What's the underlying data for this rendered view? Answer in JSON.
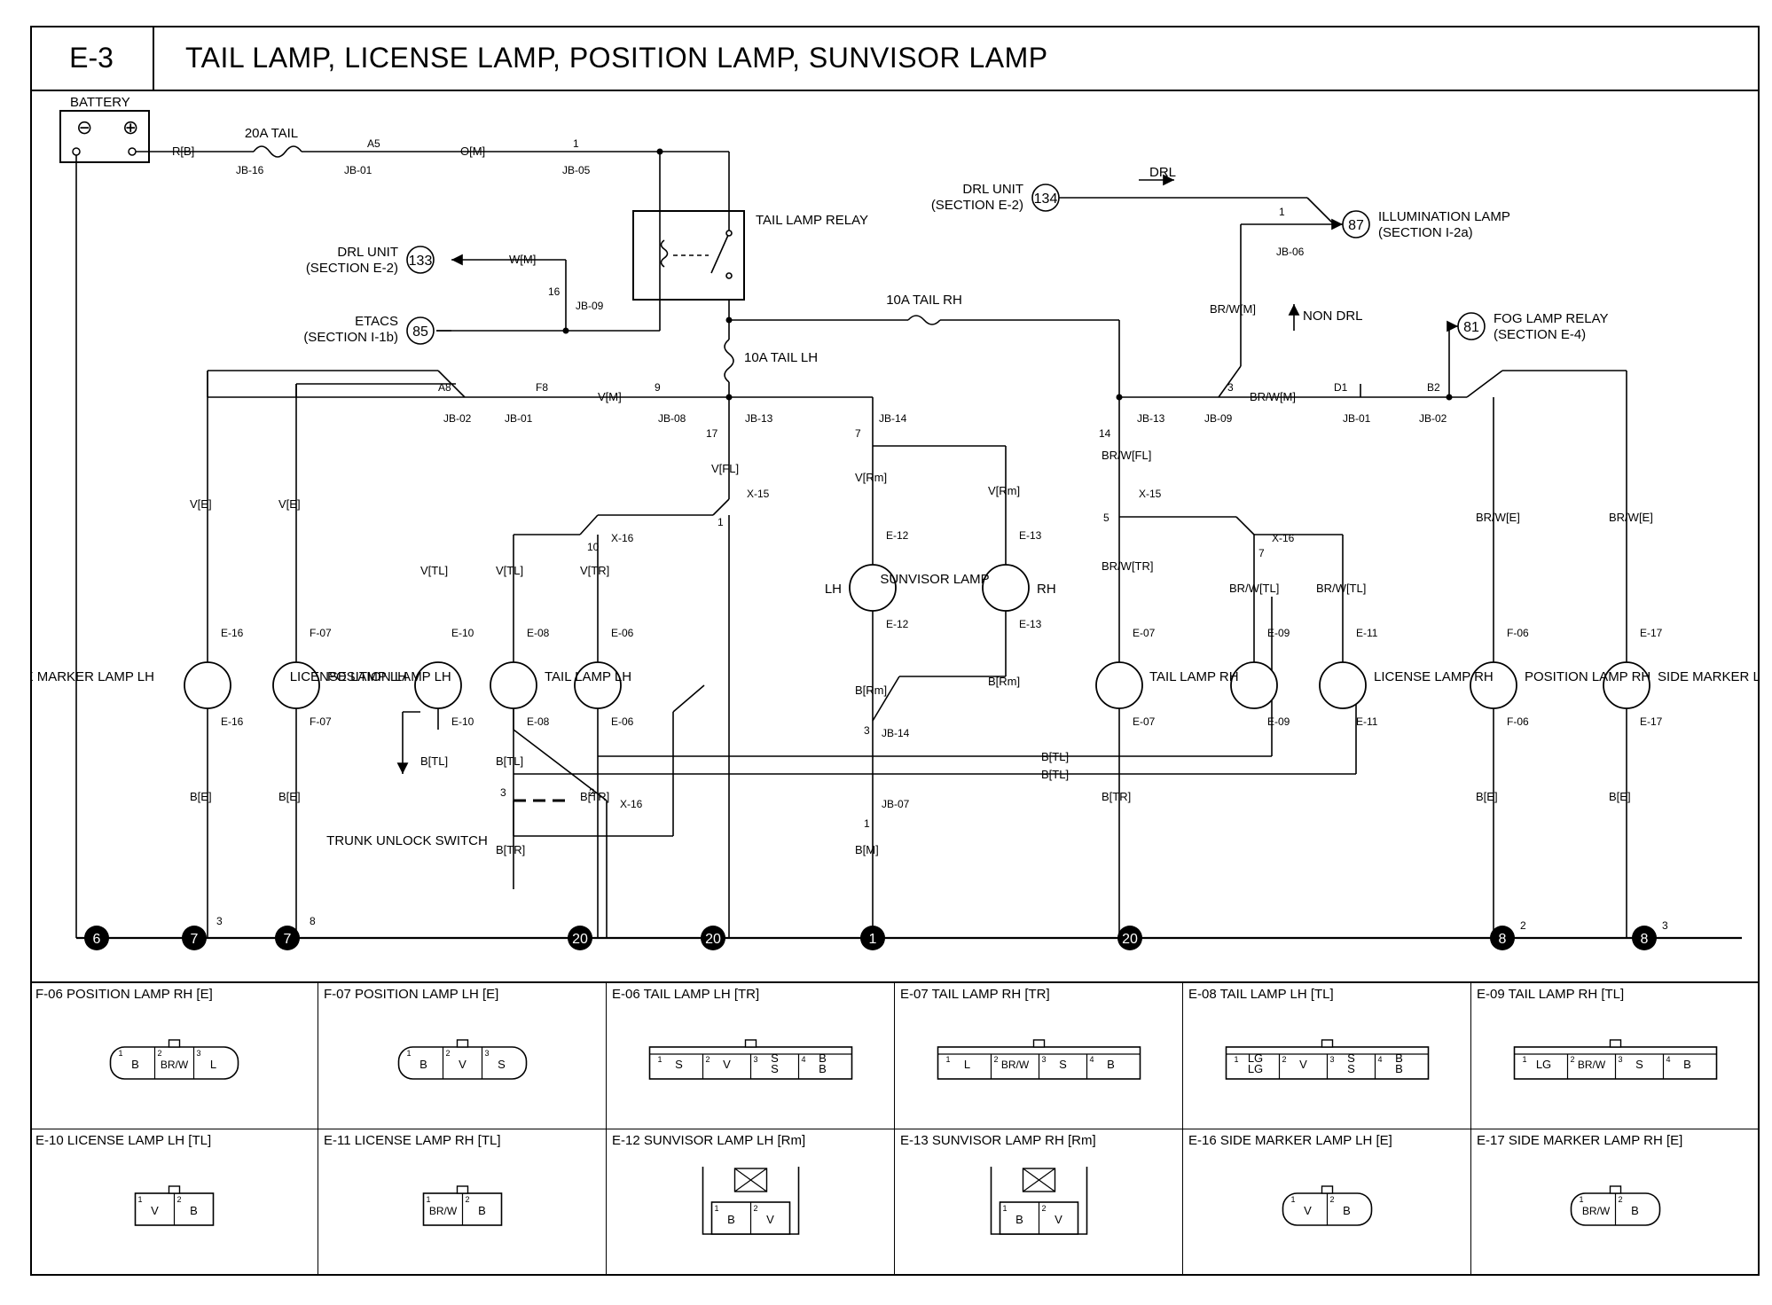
{
  "header": {
    "code": "E-3",
    "title": "TAIL LAMP, LICENSE LAMP, POSITION LAMP, SUNVISOR LAMP"
  },
  "battery": {
    "label": "BATTERY",
    "neg": "⊖",
    "pos": "⊕"
  },
  "fuses": {
    "main": "20A TAIL",
    "tail_lh": "10A TAIL LH",
    "tail_rh": "10A TAIL RH"
  },
  "relay": {
    "label": "TAIL LAMP RELAY"
  },
  "refs": {
    "drl_unit_out": {
      "label": "DRL UNIT",
      "section": "(SECTION E-2)",
      "num": "133"
    },
    "etacs": {
      "label": "ETACS",
      "section": "(SECTION I-1b)",
      "num": "85"
    },
    "drl_unit_in": {
      "label": "DRL UNIT",
      "section": "(SECTION E-2)",
      "num": "134"
    },
    "illumination": {
      "label": "ILLUMINATION LAMP",
      "section": "(SECTION I-2a)",
      "num": "87"
    },
    "fog_relay": {
      "label": "FOG LAMP RELAY",
      "section": "(SECTION E-4)",
      "num": "81"
    }
  },
  "labels": {
    "drl": "DRL",
    "non_drl": "NON DRL",
    "sunvisor": "SUNVISOR LAMP",
    "lh": "LH",
    "rh": "RH",
    "trunk": "TRUNK UNLOCK SWITCH"
  },
  "lamps": {
    "side_marker_lh": "SIDE MARKER LAMP LH",
    "position_lh": "POSITION LAMP LH",
    "license_lh": "LICENSE LAMP LH",
    "tail_lh": "TAIL LAMP LH",
    "tail_rh": "TAIL LAMP RH",
    "license_rh": "LICENSE LAMP RH",
    "position_rh": "POSITION LAMP RH",
    "side_marker_rh": "SIDE MARKER LAMP RH"
  },
  "wires": {
    "rb": "R[B]",
    "om": "O[M]",
    "wm": "W[M]",
    "vm": "V[M]",
    "ve": "V[E]",
    "vfl": "V[FL]",
    "vrm": "V[Rm]",
    "vtl": "V[TL]",
    "vtr": "V[TR]",
    "be": "B[E]",
    "btl": "B[TL]",
    "btr": "B[TR]",
    "brm": "B[Rm]",
    "bm": "B[M]",
    "brwm": "BR/W[M]",
    "brwfl": "BR/W[FL]",
    "brwtr": "BR/W[TR]",
    "brwtl": "BR/W[TL]",
    "brwe": "BR/W[E]"
  },
  "connector_ids": {
    "jb16": "JB-16",
    "jb01": "JB-01",
    "jb05": "JB-05",
    "jb09": "JB-09",
    "jb02": "JB-02",
    "jb08": "JB-08",
    "jb13": "JB-13",
    "jb14": "JB-14",
    "jb07": "JB-07",
    "jb06": "JB-06",
    "x15": "X-15",
    "x16": "X-16",
    "e06": "E-06",
    "e07": "E-07",
    "e08": "E-08",
    "e09": "E-09",
    "e10": "E-10",
    "e11": "E-11",
    "e12": "E-12",
    "e13": "E-13",
    "e16": "E-16",
    "e17": "E-17",
    "f06": "F-06",
    "f07": "F-07"
  },
  "pins": {
    "a5": "A5",
    "a8": "A8",
    "f8": "F8",
    "d1": "D1",
    "b2": "B2",
    "p1": "1",
    "p2": "2",
    "p3": "3",
    "p5": "5",
    "p7": "7",
    "p8": "8",
    "p9": "9",
    "p10": "10",
    "p14": "14",
    "p16": "16",
    "p17": "17"
  },
  "grounds": [
    "6",
    "7",
    "7",
    "20",
    "20",
    "1",
    "20",
    "8",
    "8"
  ],
  "connector_panels": [
    {
      "title": "F-06 POSITION LAMP RH [E]",
      "type": "oval",
      "pins": [
        {
          "n": "1",
          "t": [
            "B"
          ]
        },
        {
          "n": "2",
          "t": [
            "BR/W"
          ]
        },
        {
          "n": "3",
          "t": [
            "L"
          ]
        }
      ]
    },
    {
      "title": "F-07 POSITION LAMP LH [E]",
      "type": "oval",
      "pins": [
        {
          "n": "1",
          "t": [
            "B"
          ]
        },
        {
          "n": "2",
          "t": [
            "V"
          ]
        },
        {
          "n": "3",
          "t": [
            "S"
          ]
        }
      ]
    },
    {
      "title": "E-06 TAIL LAMP LH [TR]",
      "type": "flat",
      "pins": [
        {
          "n": "1",
          "t": [
            "S"
          ]
        },
        {
          "n": "2",
          "t": [
            "V"
          ]
        },
        {
          "n": "3",
          "t": [
            "S",
            "S"
          ]
        },
        {
          "n": "4",
          "t": [
            "B",
            "B"
          ]
        }
      ]
    },
    {
      "title": "E-07 TAIL LAMP RH [TR]",
      "type": "flat",
      "pins": [
        {
          "n": "1",
          "t": [
            "L"
          ]
        },
        {
          "n": "2",
          "t": [
            "BR/W"
          ]
        },
        {
          "n": "3",
          "t": [
            "S"
          ]
        },
        {
          "n": "4",
          "t": [
            "B"
          ]
        }
      ]
    },
    {
      "title": "E-08 TAIL LAMP LH [TL]",
      "type": "flat",
      "pins": [
        {
          "n": "1",
          "t": [
            "LG",
            "LG"
          ]
        },
        {
          "n": "2",
          "t": [
            "V"
          ]
        },
        {
          "n": "3",
          "t": [
            "S",
            "S"
          ]
        },
        {
          "n": "4",
          "t": [
            "B",
            "B"
          ]
        }
      ]
    },
    {
      "title": "E-09 TAIL LAMP RH [TL]",
      "type": "flat",
      "pins": [
        {
          "n": "1",
          "t": [
            "LG"
          ]
        },
        {
          "n": "2",
          "t": [
            "BR/W"
          ]
        },
        {
          "n": "3",
          "t": [
            "S"
          ]
        },
        {
          "n": "4",
          "t": [
            "B"
          ]
        }
      ]
    },
    {
      "title": "E-10 LICENSE LAMP LH [TL]",
      "type": "rect",
      "pins": [
        {
          "n": "1",
          "t": [
            "V"
          ]
        },
        {
          "n": "2",
          "t": [
            "B"
          ]
        }
      ]
    },
    {
      "title": "E-11 LICENSE LAMP RH [TL]",
      "type": "rect",
      "pins": [
        {
          "n": "1",
          "t": [
            "BR/W"
          ]
        },
        {
          "n": "2",
          "t": [
            "B"
          ]
        }
      ]
    },
    {
      "title": "E-12 SUNVISOR LAMP LH [Rm]",
      "type": "sunvisor",
      "pins": [
        {
          "n": "1",
          "t": [
            "B"
          ]
        },
        {
          "n": "2",
          "t": [
            "V"
          ]
        }
      ]
    },
    {
      "title": "E-13 SUNVISOR LAMP RH [Rm]",
      "type": "sunvisor",
      "pins": [
        {
          "n": "1",
          "t": [
            "B"
          ]
        },
        {
          "n": "2",
          "t": [
            "V"
          ]
        }
      ]
    },
    {
      "title": "E-16 SIDE MARKER LAMP LH [E]",
      "type": "oval",
      "pins": [
        {
          "n": "1",
          "t": [
            "V"
          ]
        },
        {
          "n": "2",
          "t": [
            "B"
          ]
        }
      ]
    },
    {
      "title": "E-17 SIDE MARKER LAMP RH [E]",
      "type": "oval",
      "pins": [
        {
          "n": "1",
          "t": [
            "BR/W"
          ]
        },
        {
          "n": "2",
          "t": [
            "B"
          ]
        }
      ]
    }
  ]
}
